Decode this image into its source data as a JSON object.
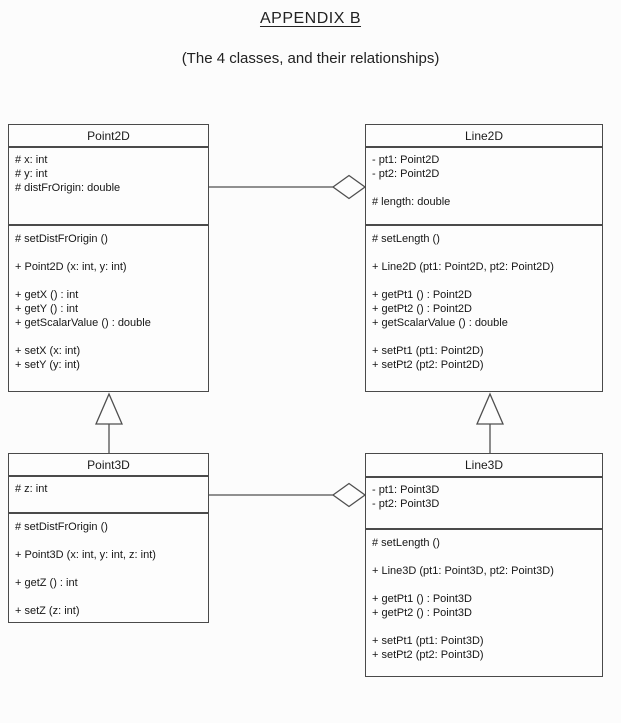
{
  "page": {
    "title": "APPENDIX B",
    "subtitle": "(The 4 classes, and their relationships)"
  },
  "colors": {
    "background": "#fcfcfc",
    "line": "#4a4a4a",
    "text": "#1c1c1c",
    "shape_fill": "#fdfdfd"
  },
  "classes": {
    "point2d": {
      "name": "Point2D",
      "attributes": [
        [
          "# x: int",
          "# y: int",
          "# distFrOrigin: double"
        ]
      ],
      "methods": [
        [
          "# setDistFrOrigin ()"
        ],
        [
          "+ Point2D (x: int, y: int)"
        ],
        [
          "+ getX () : int",
          "+ getY () : int",
          "+ getScalarValue () : double"
        ],
        [
          "+ setX (x: int)",
          "+ setY (y: int)"
        ]
      ]
    },
    "line2d": {
      "name": "Line2D",
      "attributes": [
        [
          "- pt1: Point2D",
          "- pt2: Point2D"
        ],
        [
          "# length: double"
        ]
      ],
      "methods": [
        [
          "# setLength ()"
        ],
        [
          "+ Line2D (pt1: Point2D, pt2: Point2D)"
        ],
        [
          "+ getPt1 () : Point2D",
          "+ getPt2 () : Point2D",
          "+ getScalarValue () : double"
        ],
        [
          "+ setPt1 (pt1: Point2D)",
          "+ setPt2 (pt2: Point2D)"
        ]
      ]
    },
    "point3d": {
      "name": "Point3D",
      "attributes": [
        [
          "# z: int"
        ]
      ],
      "methods": [
        [
          "# setDistFrOrigin ()"
        ],
        [
          "+ Point3D (x: int, y: int, z: int)"
        ],
        [
          "+ getZ () : int"
        ],
        [
          "+ setZ (z: int)"
        ]
      ]
    },
    "line3d": {
      "name": "Line3D",
      "attributes": [
        [
          "- pt1: Point3D",
          "- pt2: Point3D"
        ]
      ],
      "methods": [
        [
          "# setLength ()"
        ],
        [
          "+ Line3D (pt1: Point3D, pt2: Point3D)"
        ],
        [
          "+ getPt1 () : Point3D",
          "+ getPt2 () : Point3D"
        ],
        [
          "+ setPt1 (pt1: Point3D)",
          "+ setPt2 (pt2: Point3D)"
        ]
      ]
    }
  },
  "relationships": [
    {
      "type": "aggregation",
      "whole": "Line2D",
      "part": "Point2D",
      "marker": "hollow-diamond"
    },
    {
      "type": "aggregation",
      "whole": "Line3D",
      "part": "Point3D",
      "marker": "hollow-diamond"
    },
    {
      "type": "inheritance",
      "subclass": "Point3D",
      "superclass": "Point2D",
      "marker": "hollow-triangle"
    },
    {
      "type": "inheritance",
      "subclass": "Line3D",
      "superclass": "Line2D",
      "marker": "hollow-triangle"
    }
  ]
}
